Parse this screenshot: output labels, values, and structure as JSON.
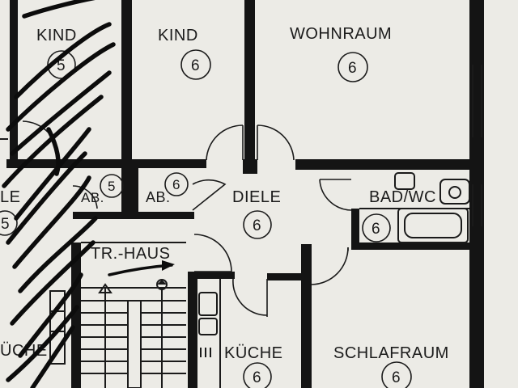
{
  "rooms": {
    "kind_left": {
      "label": "KIND",
      "number": "5"
    },
    "kind_right": {
      "label": "KIND",
      "number": "6"
    },
    "wohnraum": {
      "label": "WOHNRAUM",
      "number": "6"
    },
    "diele": {
      "label": "DIELE",
      "number": "6"
    },
    "bad_wc": {
      "label": "BAD/WC",
      "number": "6"
    },
    "abstell_left": {
      "label": "AB.",
      "number": "5"
    },
    "abstell_right": {
      "label": "AB.",
      "number": "6"
    },
    "diele_left": {
      "label": "LE",
      "number": "5"
    },
    "treppenhaus": {
      "label": "TR.-HAUS"
    },
    "kueche": {
      "label": "KÜCHE",
      "number": "6"
    },
    "kueche_left": {
      "label": "ÜCHE"
    },
    "schlafraum": {
      "label": "SCHLAFRAUM",
      "number": "6"
    }
  },
  "colors": {
    "paper": "#ecebe6",
    "ink": "#141414"
  }
}
